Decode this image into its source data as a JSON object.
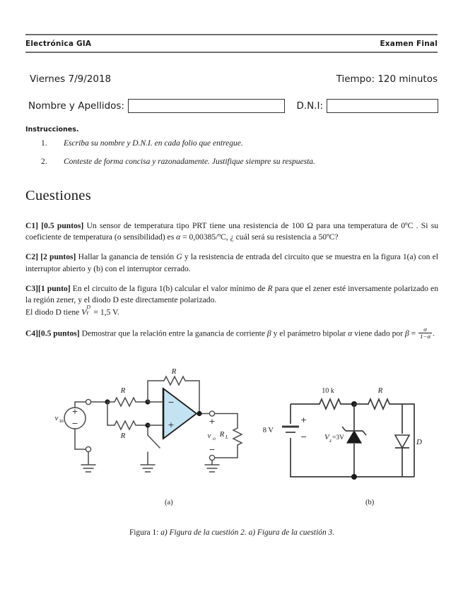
{
  "header": {
    "course": "Electrónica GIA",
    "exam": "Examen Final"
  },
  "meta": {
    "date": "Viernes 7/9/2018",
    "time": "Tiempo: 120 minutos"
  },
  "fields": {
    "name_label": "Nombre y Apellidos:",
    "name_value": "",
    "dni_label": "D.N.I:",
    "dni_value": ""
  },
  "instructions": {
    "title": "Instrucciones.",
    "items": [
      {
        "num": "1.",
        "text": "Escriba su nombre y D.N.I. en cada folio que entregue."
      },
      {
        "num": "2.",
        "text": "Conteste de forma concisa y razonadamente. Justifique siempre su respuesta."
      }
    ]
  },
  "section": {
    "title": "Cuestiones"
  },
  "questions": {
    "c1": {
      "id": "C1]",
      "points": "[0.5 puntos]",
      "text_1": "Un sensor de temperatura tipo PRT tiene una resistencia de 100 ",
      "ohm": "Ω",
      "text_2": " para una temperatura de 0ºC . Si su coeficiente de temperatura (o sensibilidad) es ",
      "alpha": "α",
      "eq": " = 0,00385/ºC",
      "text_3": ", ¿ cuál será su resistencia a 50ºC?"
    },
    "c2": {
      "id": "C2]",
      "points": "[2 puntos]",
      "text_1": "Hallar la ganancia de tensión ",
      "var_g": "G",
      "text_2": " y la resistencia de entrada del circuito que se muestra en la figura 1(a) con el interruptor abierto y (b) con el interruptor cerrado."
    },
    "c3": {
      "id": "C3]",
      "points": "[1 punto]",
      "text_1": "En el circuito de la figura 1(b) calcular el valor mínimo de ",
      "var_r": "R",
      "text_2": " para que el zener esté inversamente polarizado en la región zener, y el diodo D este directamente polarizado.",
      "line2_1": "El diodo D tiene ",
      "var_v": "V",
      "sup_d": "D",
      "sub_g": "γ",
      "line2_2": " = 1,5 V."
    },
    "c4": {
      "id": "C4]",
      "points": "[0.5 puntos]",
      "text_1": "Demostrar que la relación entre la ganancia de corriente ",
      "beta": "β",
      "text_2": " y el parámetro bipolar ",
      "alpha": "α",
      "text_3": " viene dado por ",
      "beta2": "β",
      "equals": " = ",
      "frac_num": "α",
      "frac_den": "1−α",
      "period": "."
    }
  },
  "figure": {
    "caption_lead": "Figura 1: ",
    "caption_body": "a) Figura de la cuestión 2. a) Figura de la cuestión 3.",
    "sublabel_a": "(a)",
    "sublabel_b": "(b)",
    "circuit_a": {
      "source_label": "v",
      "source_sub": "in",
      "source_plus": "+",
      "source_minus": "−",
      "r_feedback": "R",
      "r_top": "R",
      "r_bottom": "R",
      "amp_minus": "−",
      "amp_plus": "+",
      "out_label": "v",
      "out_sub": "o",
      "out_plus": "+",
      "out_minus": "−",
      "load_label": "R",
      "load_sub": "L"
    },
    "circuit_b": {
      "r_series": "10 k",
      "battery": "8 V",
      "battery_plus": "+",
      "battery_minus": "−",
      "zener_label": "V",
      "zener_sub": "z",
      "zener_value": "=3V",
      "r_label": "R",
      "diode_label": "D"
    }
  },
  "colors": {
    "opamp_fill": "#c3e2f2",
    "wire": "#4a4a4a",
    "rule": "#6e6e6e",
    "text": "#1a1a1a"
  }
}
